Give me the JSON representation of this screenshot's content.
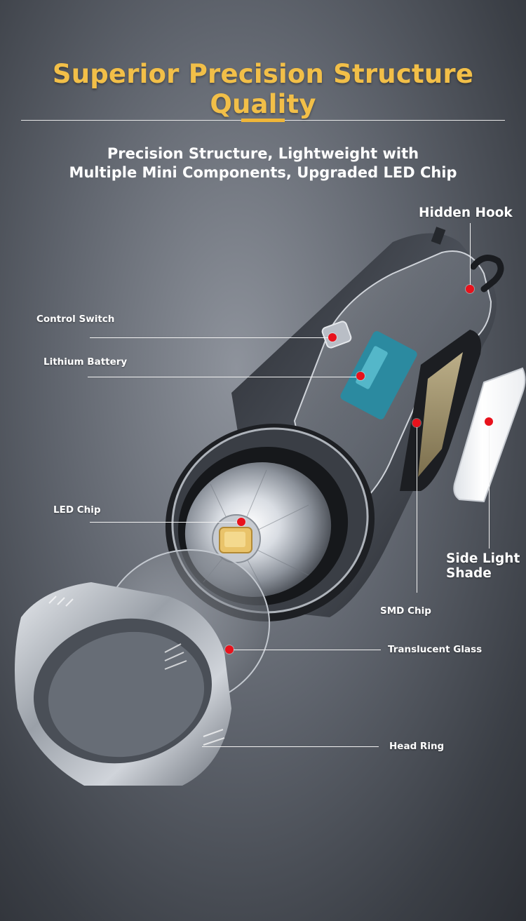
{
  "header": {
    "title": "Superior Precision Structure Quality",
    "subtitle_line1": "Precision Structure, Lightweight with",
    "subtitle_line2": "Multiple Mini Components, Upgraded LED Chip"
  },
  "callouts": {
    "hidden_hook": "Hidden Hook",
    "control_switch": "Control Switch",
    "lithium_battery": "Lithium Battery",
    "led_chip": "LED Chip",
    "side_light_shade_line1": "Side Light",
    "side_light_shade_line2": "Shade",
    "smd_chip": "SMD Chip",
    "translucent_glass": "Translucent Glass",
    "head_ring": "Head Ring"
  },
  "colors": {
    "accent": "#f2bf48",
    "marker": "#e8121c"
  }
}
